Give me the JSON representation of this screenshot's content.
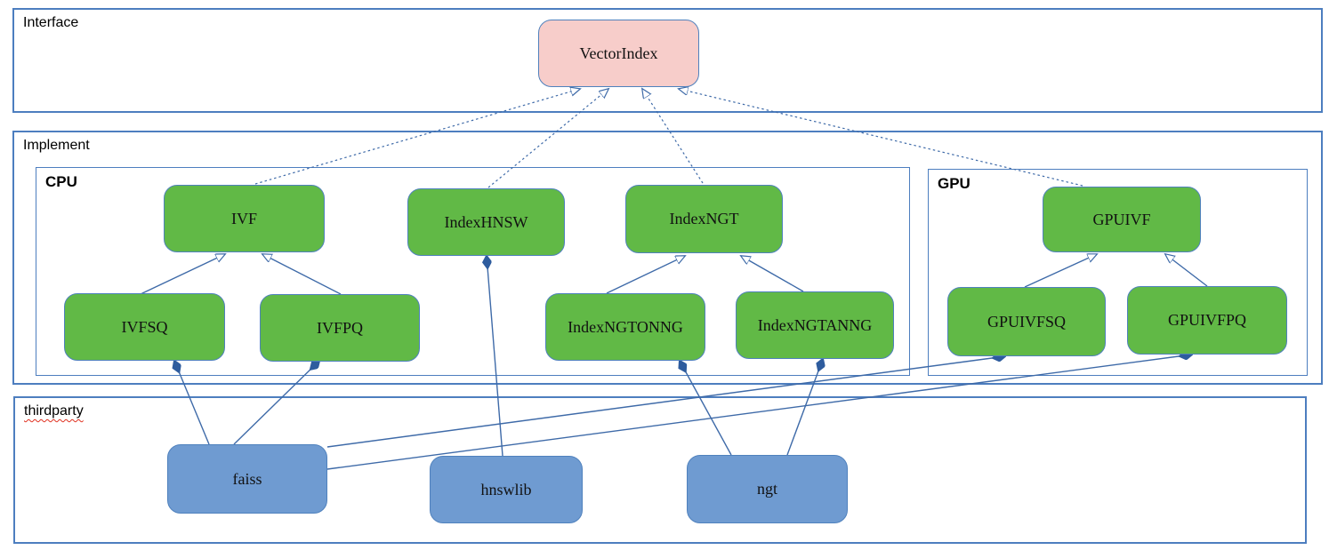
{
  "diagram": {
    "groups": {
      "interface": {
        "label": "Interface"
      },
      "implement": {
        "label": "Implement"
      },
      "cpu": {
        "label": "CPU"
      },
      "gpu": {
        "label": "GPU"
      },
      "thirdparty": {
        "label": "thirdparty"
      }
    },
    "nodes": {
      "vectorindex": {
        "label": "VectorIndex",
        "kind": "interface"
      },
      "ivf": {
        "label": "IVF",
        "kind": "cpu-class"
      },
      "indexhnsw": {
        "label": "IndexHNSW",
        "kind": "cpu-class"
      },
      "indexngt": {
        "label": "IndexNGT",
        "kind": "cpu-class"
      },
      "ivfsq": {
        "label": "IVFSQ",
        "kind": "cpu-class"
      },
      "ivfpq": {
        "label": "IVFPQ",
        "kind": "cpu-class"
      },
      "indexngtonng": {
        "label": "IndexNGTONNG",
        "kind": "cpu-class"
      },
      "indexngtanng": {
        "label": "IndexNGTANNG",
        "kind": "cpu-class"
      },
      "gpuivf": {
        "label": "GPUIVF",
        "kind": "gpu-class"
      },
      "gpuivfsq": {
        "label": "GPUIVFSQ",
        "kind": "gpu-class"
      },
      "gpuivfpq": {
        "label": "GPUIVFPQ",
        "kind": "gpu-class"
      },
      "faiss": {
        "label": "faiss",
        "kind": "thirdparty-lib"
      },
      "hnswlib": {
        "label": "hnswlib",
        "kind": "thirdparty-lib"
      },
      "ngt": {
        "label": "ngt",
        "kind": "thirdparty-lib"
      }
    },
    "edges": [
      {
        "from": "IVF",
        "to": "VectorIndex",
        "relation": "realization"
      },
      {
        "from": "IndexHNSW",
        "to": "VectorIndex",
        "relation": "realization"
      },
      {
        "from": "IndexNGT",
        "to": "VectorIndex",
        "relation": "realization"
      },
      {
        "from": "GPUIVF",
        "to": "VectorIndex",
        "relation": "realization"
      },
      {
        "from": "IVFSQ",
        "to": "IVF",
        "relation": "generalization"
      },
      {
        "from": "IVFPQ",
        "to": "IVF",
        "relation": "generalization"
      },
      {
        "from": "IndexNGTONNG",
        "to": "IndexNGT",
        "relation": "generalization"
      },
      {
        "from": "IndexNGTANNG",
        "to": "IndexNGT",
        "relation": "generalization"
      },
      {
        "from": "GPUIVFSQ",
        "to": "GPUIVF",
        "relation": "generalization"
      },
      {
        "from": "GPUIVFPQ",
        "to": "GPUIVF",
        "relation": "generalization"
      },
      {
        "from": "IVFSQ",
        "to": "faiss",
        "relation": "composition"
      },
      {
        "from": "IVFPQ",
        "to": "faiss",
        "relation": "composition"
      },
      {
        "from": "IndexHNSW",
        "to": "hnswlib",
        "relation": "composition"
      },
      {
        "from": "IndexNGTONNG",
        "to": "ngt",
        "relation": "composition"
      },
      {
        "from": "IndexNGTANNG",
        "to": "ngt",
        "relation": "composition"
      },
      {
        "from": "GPUIVFSQ",
        "to": "faiss",
        "relation": "composition"
      },
      {
        "from": "GPUIVFPQ",
        "to": "faiss",
        "relation": "composition"
      }
    ],
    "colors": {
      "interface_fill": "#f7cdca",
      "class_fill": "#61b946",
      "thirdparty_fill": "#6f9bd1",
      "node_border": "#4f81bd",
      "container_border": "#4d7ebf",
      "connector": "#3e6aa8",
      "spellcheck_squiggle": "#e03020"
    }
  }
}
